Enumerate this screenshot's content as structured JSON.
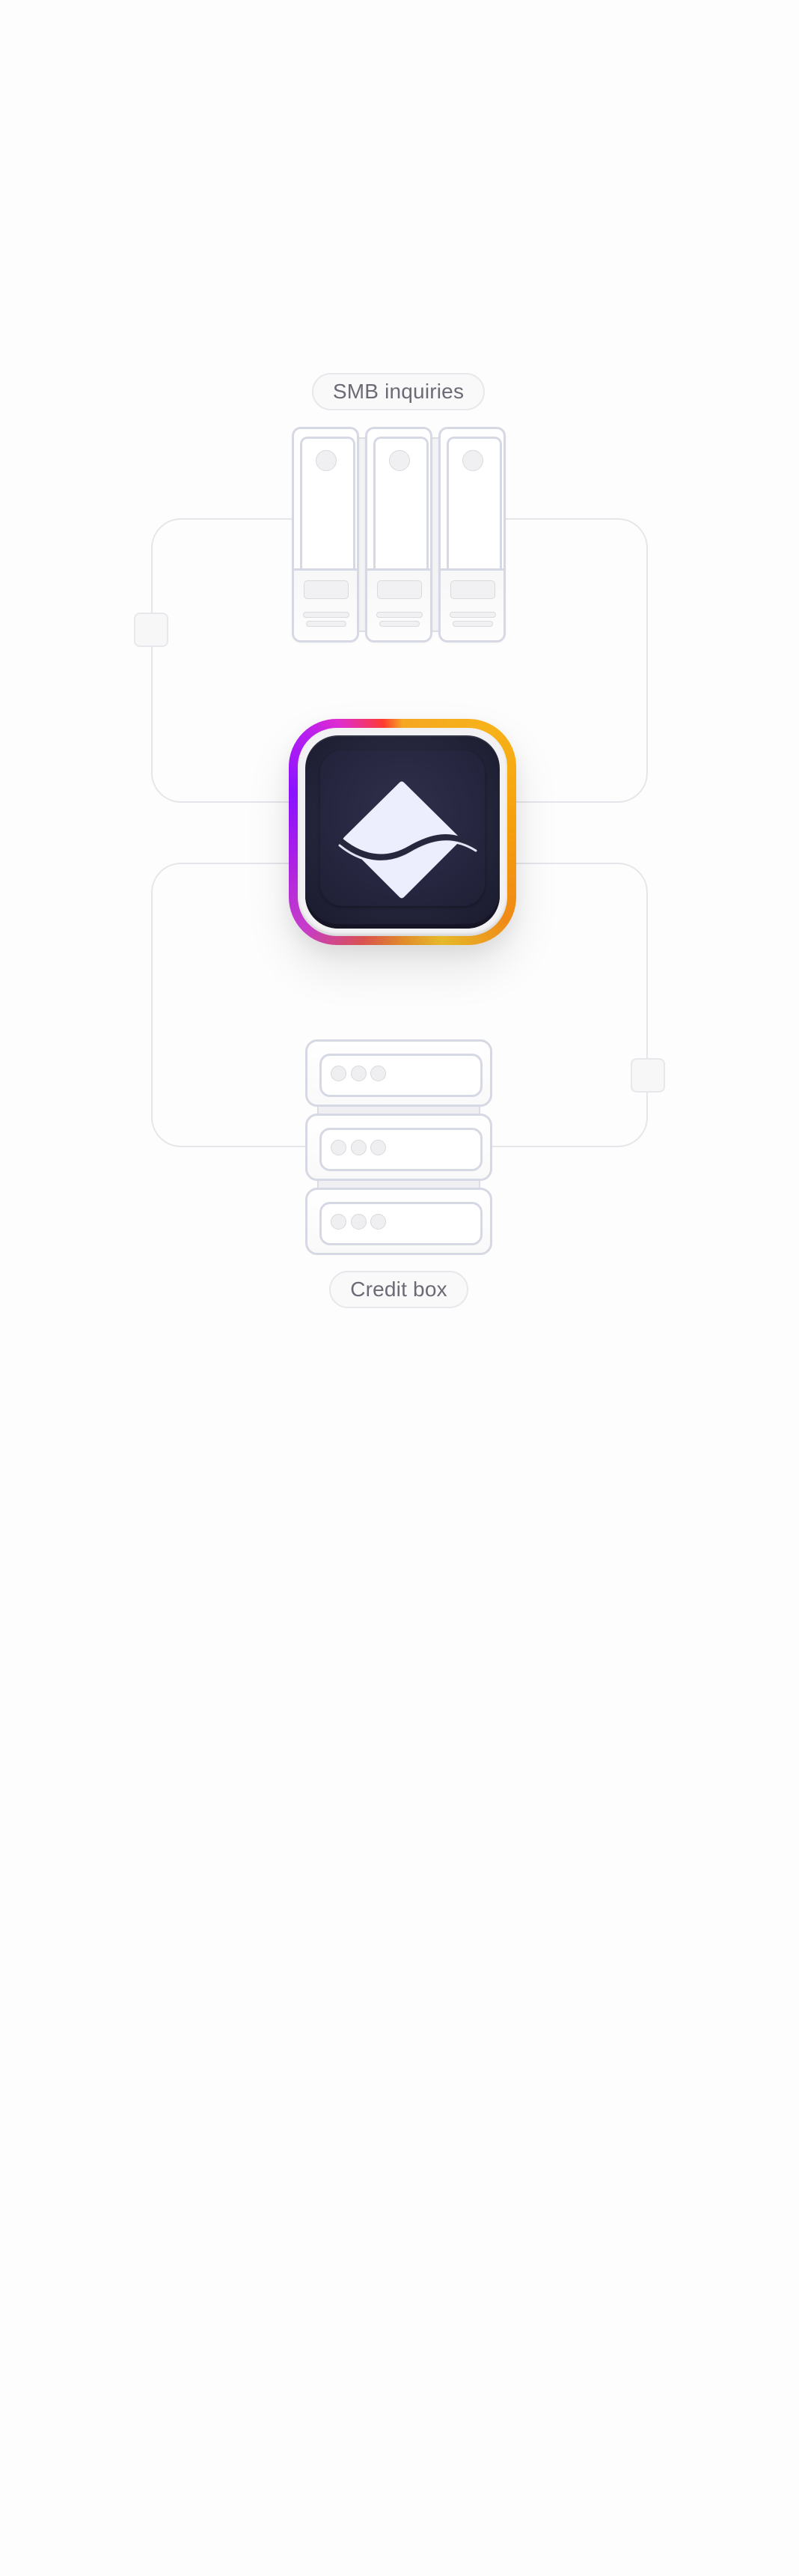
{
  "diagram": {
    "top_node": {
      "label": "SMB inquiries",
      "icon": "vertical-server-rack-icon",
      "units": 3
    },
    "center_node": {
      "icon": "diamond-wave-logo-icon"
    },
    "bottom_node": {
      "label": "Credit box",
      "icon": "horizontal-server-stack-icon",
      "units": 3
    },
    "connectors": [
      {
        "from": "SMB inquiries",
        "to": "center",
        "side": "left"
      },
      {
        "from": "center",
        "to": "Credit box",
        "side": "right"
      }
    ]
  },
  "colors": {
    "background": "#fdfdfd",
    "line": "#e6e6ea",
    "rack_stroke": "#d6d9e4",
    "label_text": "#6b6b75",
    "logo_tile": "#25253b",
    "logo_glyph": "#eceefe",
    "ring_purple": "#8a12ff",
    "ring_magenta": "#e02ccf",
    "ring_red": "#ff3b30",
    "ring_orange": "#f59e0b",
    "ring_yellow": "#f7b21a"
  }
}
